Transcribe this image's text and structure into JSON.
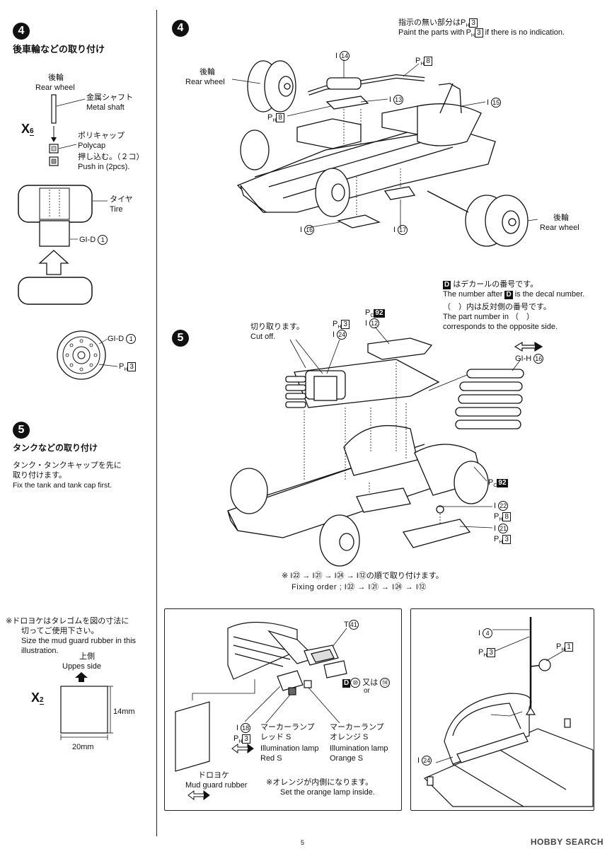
{
  "left": {
    "step4": {
      "number": "4",
      "title_jp": "後車輪などの取り付け",
      "rear_wheel_jp": "後輪",
      "rear_wheel_en": "Rear wheel",
      "metal_shaft_jp": "金属シャフト",
      "metal_shaft_en": "Metal shaft",
      "x6": "X",
      "x6_qty": "6",
      "polycap_jp": "ポリキャップ",
      "polycap_en": "Polycap",
      "push_jp": "押し込む。（２コ）",
      "push_en": "Push in (2pcs).",
      "tire_jp": "タイヤ",
      "tire_en": "Tire",
      "gid1": "GI-D",
      "gid1_n": "1",
      "gid1b": "GI-D",
      "gid1b_n": "1",
      "ph3": "P",
      "ph3_sub": "H",
      "ph3_n": "3"
    },
    "step5": {
      "number": "5",
      "title_jp": "タンクなどの取り付け",
      "note_jp1": "タンク・タンクキャップを先に",
      "note_jp2": "取り付けます。",
      "note_en": "Fix the tank and tank cap first."
    },
    "mudguard": {
      "note_jp1": "※ドロヨケはタレゴムを図の寸法に",
      "note_jp2": "切ってご使用下さい。",
      "note_en1": "Size the mud guard rubber in this",
      "note_en2": "illustration.",
      "upper_jp": "上側",
      "upper_en": "Uppes side",
      "x2": "X",
      "x2_qty": "2",
      "w": "20mm",
      "h": "14mm"
    }
  },
  "right": {
    "step4": {
      "number": "4",
      "note_jp": "指示の無い部分は",
      "note_en": "Paint the parts with",
      "note_en2": "if there is no indication.",
      "note_ph": "P",
      "note_ph_sub": "H",
      "note_ph_n": "3",
      "rear_wheel_jp": "後輪",
      "rear_wheel_en": "Rear wheel",
      "rear_wheel2_jp": "後輪",
      "rear_wheel2_en": "Rear wheel",
      "i14": "14",
      "i13": "13",
      "i15": "15",
      "i16": "16",
      "i17": "17",
      "ph8a": "8",
      "ph8b": "8"
    },
    "decal_note": {
      "d_label": "D",
      "jp1": "はデカールの番号です。",
      "en1a": "The number after",
      "en1b": "is the decal number.",
      "jp2": "（　）内は反対側の番号です。",
      "en2a": "The part number in （　）",
      "en2b": "corresponds to the opposite side."
    },
    "step5": {
      "number": "5",
      "cut_jp": "切り取ります。",
      "cut_en": "Cut off.",
      "ph3": "3",
      "i24": "24",
      "pc92": "92",
      "i12": "12",
      "gih16": "GI-H",
      "gih16_n": "16",
      "pc92b": "92",
      "i22": "22",
      "ph8": "8",
      "i21": "21",
      "ph3b": "3",
      "order_jp": "※ I㉒ → I㉑ → I㉔ → I⑫の順で取り付けます。",
      "order_en": "Fixing order ; I㉒ → I㉑ → I㉔ → I⑫"
    },
    "box1": {
      "t41": "T",
      "t41_n": "41",
      "d_or": "又は",
      "d_or_en": "or",
      "d101": "⑩",
      "d104": "⑭",
      "i18": "18",
      "ph3": "3",
      "marker_red_jp1": "マーカーランプ",
      "marker_red_jp2": "レッド S",
      "marker_red_en1": "Illumination lamp",
      "marker_red_en2": "Red S",
      "marker_orange_jp1": "マーカーランプ",
      "marker_orange_jp2": "オレンジ S",
      "marker_orange_en1": "Illumination lamp",
      "marker_orange_en2": "Orange S",
      "mud_jp": "ドロヨケ",
      "mud_en": "Mud guard rubber",
      "orange_note_jp": "※オレンジが内側になります。",
      "orange_note_en": "Set the orange lamp inside."
    },
    "box2": {
      "i4": "4",
      "ph3": "3",
      "ph1": "1",
      "i24": "24"
    }
  },
  "footer": {
    "page_number": "5",
    "watermark": "HOBBY SEARCH"
  }
}
